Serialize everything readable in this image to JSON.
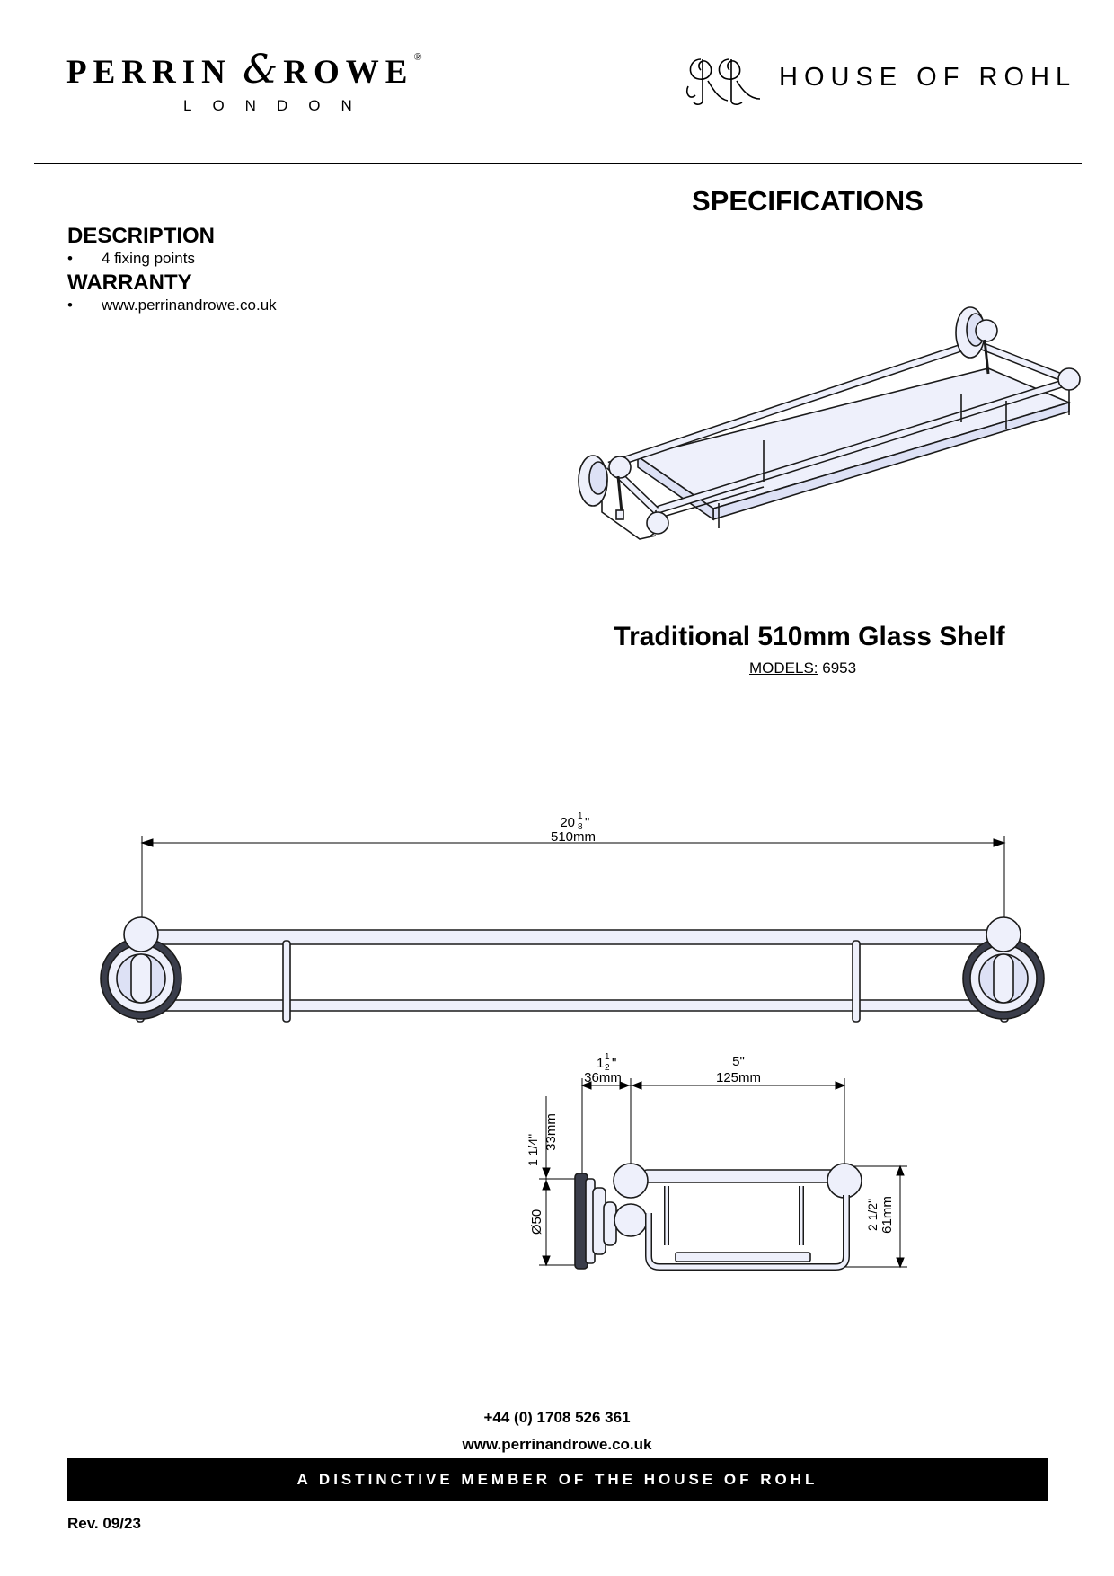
{
  "header": {
    "brand_name": "PERRIN",
    "brand_amp": "&",
    "brand_name2": "ROWE",
    "brand_reg": "®",
    "brand_city": "LONDON",
    "partner_name": "HOUSE OF ROHL"
  },
  "specifications_title": "SPECIFICATIONS",
  "description": {
    "heading": "DESCRIPTION",
    "items": [
      "4 fixing points"
    ]
  },
  "warranty": {
    "heading": "WARRANTY",
    "items": [
      "www.perrinandrowe.co.uk"
    ]
  },
  "bullet_symbol": "•",
  "product": {
    "title": "Traditional 510mm Glass Shelf",
    "models_label": "MODELS:",
    "models_value": "6953"
  },
  "dimensions": {
    "overall_length_in_whole": "20",
    "overall_length_in_num": "1",
    "overall_length_in_den": "8",
    "overall_length_in_mark": "\"",
    "overall_length_mm": "510mm",
    "rail_offset_in_whole": "1",
    "rail_offset_in_num": "1",
    "rail_offset_in_den": "2",
    "rail_offset_in_mark": "\"",
    "rail_offset_mm": "36mm",
    "depth_in": "5\"",
    "depth_mm": "125mm",
    "backplate_height_in": "1 1/4\"",
    "backplate_height_mm": "33mm",
    "backplate_diameter": "Ø50",
    "height_in": "2 1/2\"",
    "height_mm": "61mm"
  },
  "contact": {
    "phone": "+44 (0) 1708 526 361",
    "website": "www.perrinandrowe.co.uk"
  },
  "footer": {
    "tagline": "A DISTINCTIVE MEMBER OF THE HOUSE OF ROHL",
    "revision": "Rev. 09/23"
  }
}
